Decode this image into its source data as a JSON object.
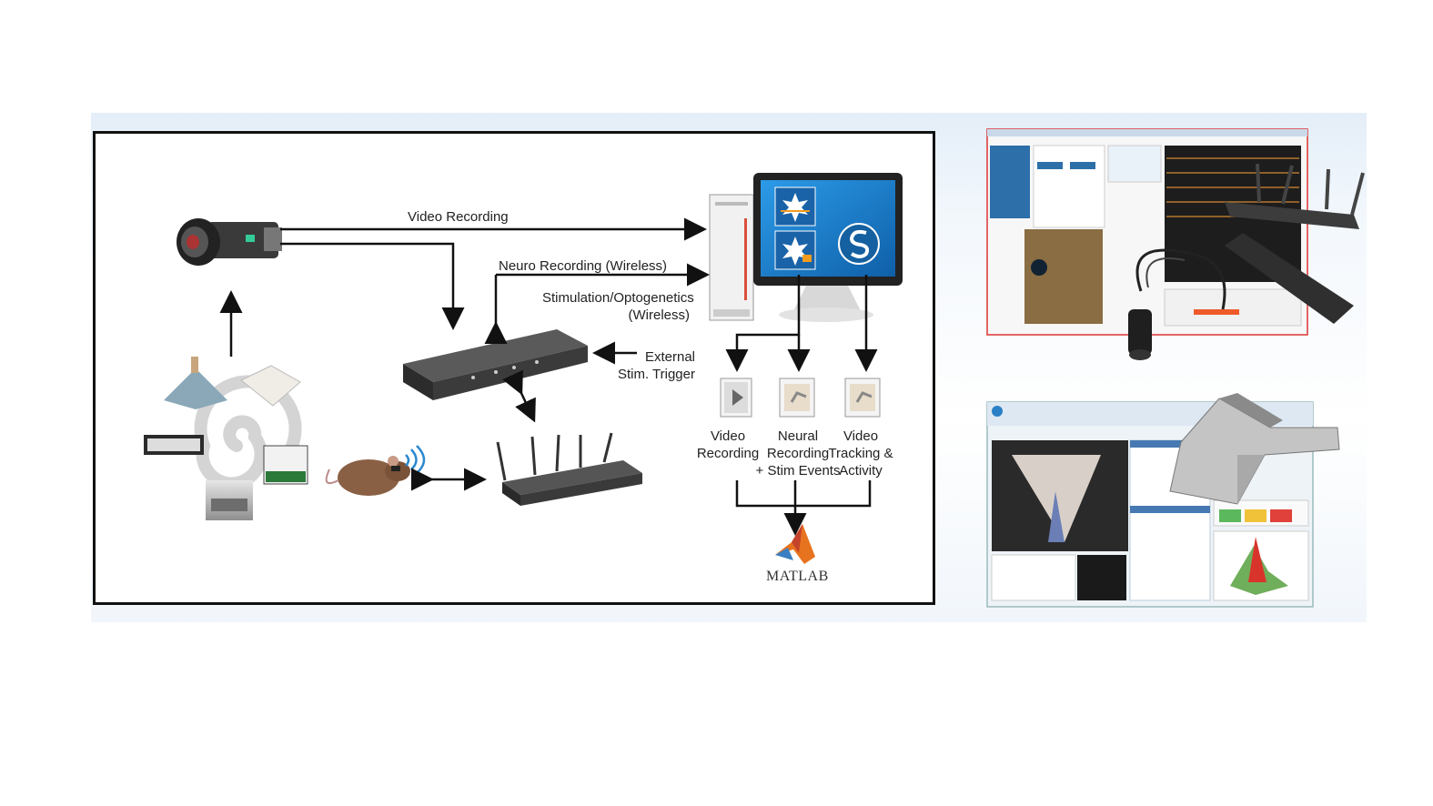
{
  "labels": {
    "video_recording": "Video Recording",
    "neuro_recording": "Neuro Recording (Wireless)",
    "stim_line1": "Stimulation/Optogenetics",
    "stim_line2": "(Wireless)",
    "ext_line1": "External",
    "ext_line2": "Stim. Trigger",
    "out_video_l1": "Video",
    "out_video_l2": "Recording",
    "out_neural_l1": "Neural",
    "out_neural_l2": "Recording",
    "out_neural_l3": "+ Stim Events",
    "out_track_l1": "Video",
    "out_track_l2": "Tracking &",
    "out_track_l3": "Activity",
    "matlab": "MATLAB"
  },
  "colors": {
    "monitor_blue": "#1e88d6",
    "matlab_orange": "#e8731e",
    "arrow": "#111111"
  }
}
